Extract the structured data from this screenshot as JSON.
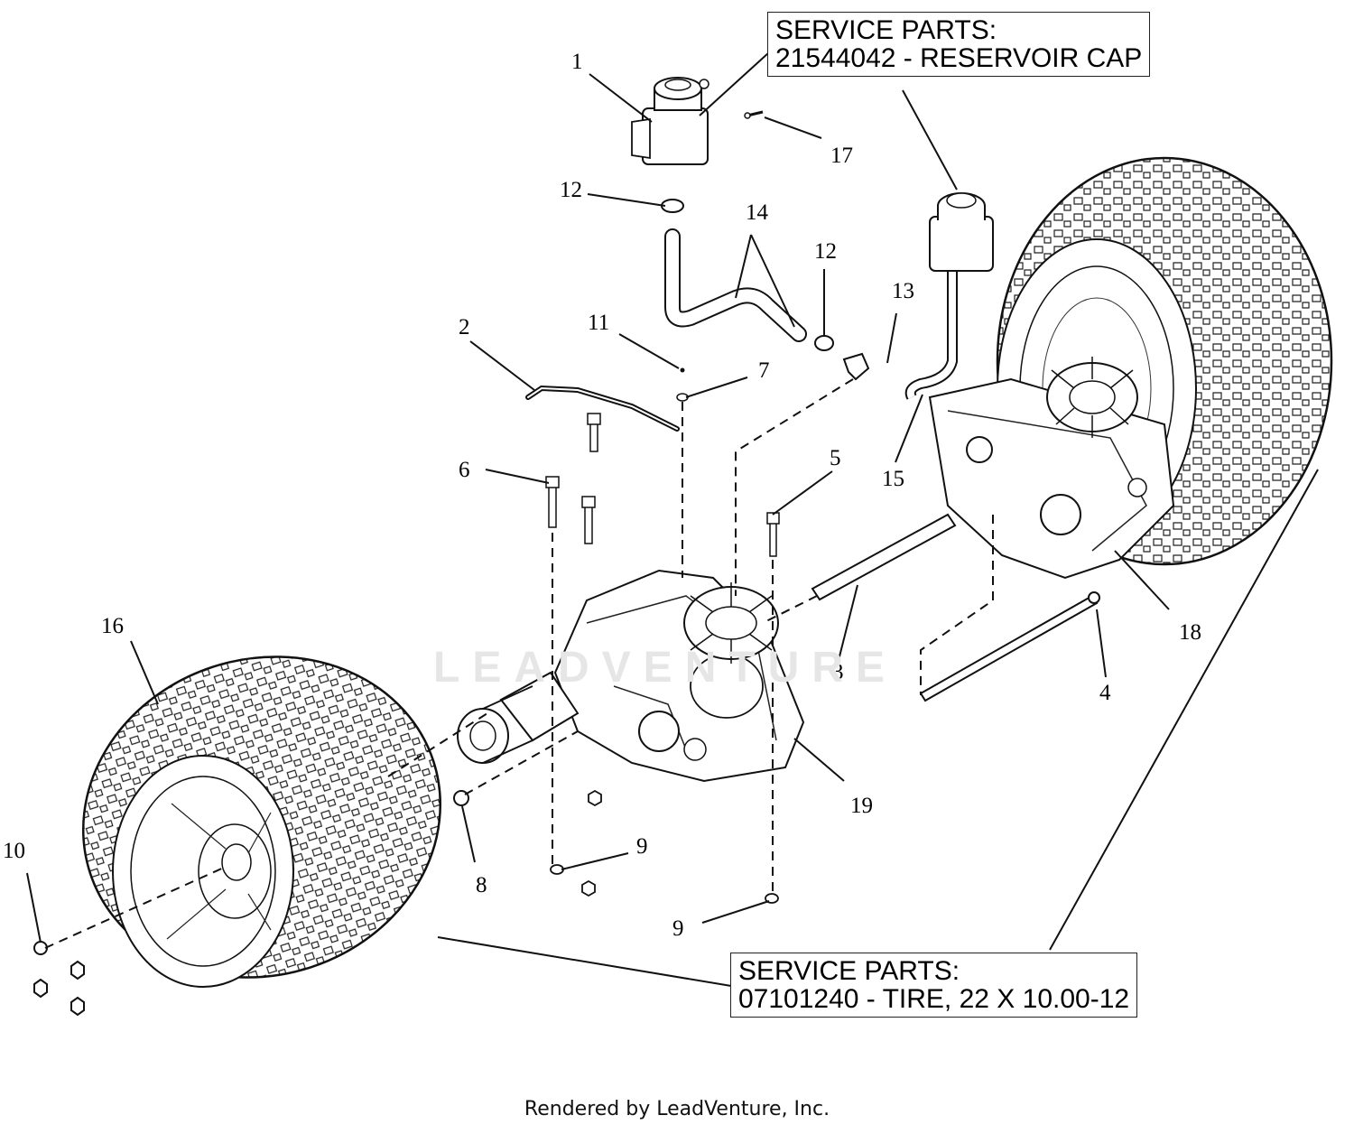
{
  "callouts": {
    "reservoir": {
      "heading": "SERVICE PARTS:",
      "detail": "21544042 - RESERVOIR CAP"
    },
    "tire": {
      "heading": "SERVICE PARTS:",
      "detail": "07101240 - TIRE, 22 X 10.00-12"
    }
  },
  "part_labels": {
    "p1": "1",
    "p2": "2",
    "p3": "3",
    "p4": "4",
    "p5a": "5",
    "p6": "6",
    "p7": "7",
    "p8": "8",
    "p9a": "9",
    "p9b": "9",
    "p10": "10",
    "p11": "11",
    "p12a": "12",
    "p12b": "12",
    "p13": "13",
    "p14": "14",
    "p15": "15",
    "p16": "16",
    "p17": "17",
    "p18": "18",
    "p19": "19"
  },
  "watermark": "LEADVENTURE",
  "footer": "Rendered by LeadVenture, Inc."
}
